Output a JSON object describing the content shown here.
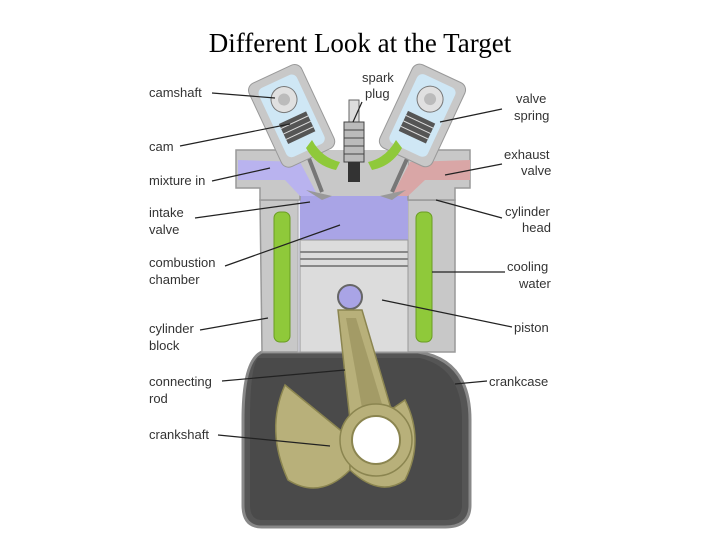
{
  "title": "Different Look at the Target",
  "labels": {
    "camshaft": "camshaft",
    "spark_plug": [
      "spark",
      "plug"
    ],
    "valve_spring": [
      "valve",
      "spring"
    ],
    "cam": "cam",
    "mixture_in": "mixture in",
    "exhaust_valve": [
      "exhaust",
      "valve"
    ],
    "intake_valve": [
      "intake",
      "valve"
    ],
    "cylinder_head": [
      "cylinder",
      "head"
    ],
    "combustion_chamber": [
      "combustion",
      "chamber"
    ],
    "cooling_water": [
      "cooling",
      "water"
    ],
    "cylinder_block": [
      "cylinder",
      "block"
    ],
    "piston": "piston",
    "connecting_rod": [
      "connecting",
      "rod"
    ],
    "crankcase": "crankcase",
    "crankshaft": "crankshaft"
  },
  "colors": {
    "engine_body": "#c8c8c8",
    "combustion_chamber": "#a9a4e6",
    "intake_passage": "#b9b3ef",
    "exhaust_passage": "#d9a6a6",
    "cooling_water": "#8fc93a",
    "crankcase_interior": "#4a4a4a",
    "crank_counterweight": "#b8b07a",
    "piston": "#dcdcdc"
  }
}
